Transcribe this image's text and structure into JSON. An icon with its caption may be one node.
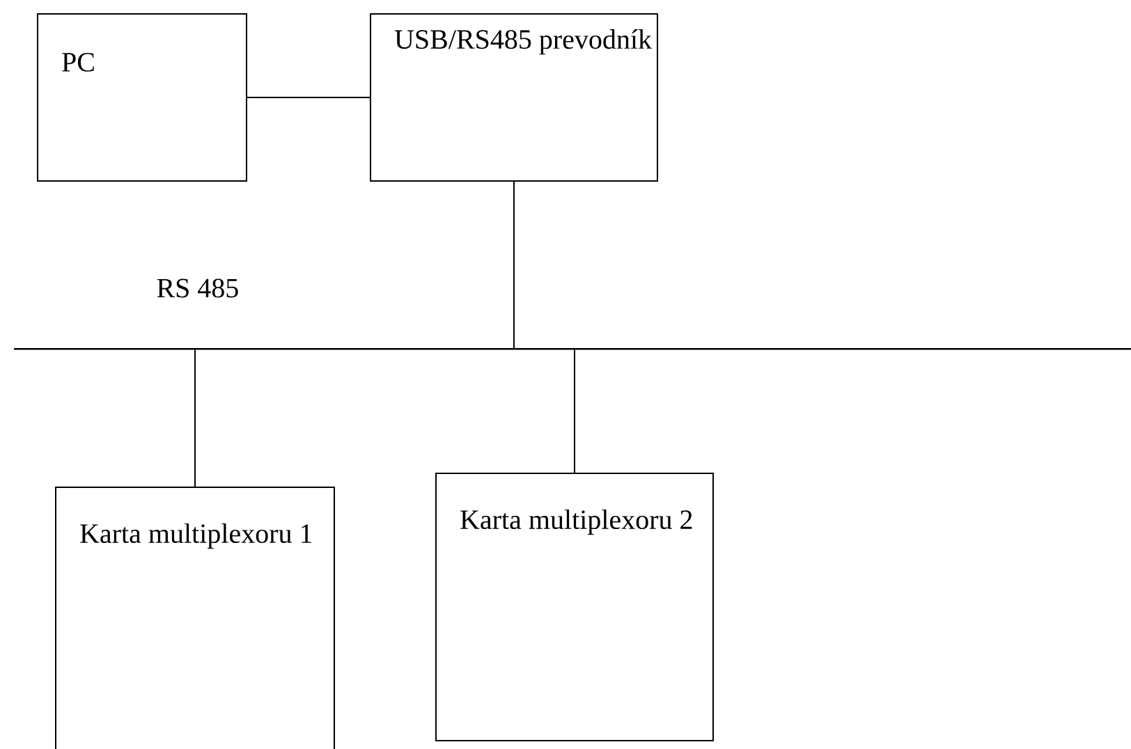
{
  "diagram": {
    "nodes": [
      {
        "text": [
          "PC"
        ]
      },
      {
        "text": [
          "USB/RS485 prevodník"
        ]
      },
      {
        "text": [],
        "shape": "bar"
      },
      {
        "text": [
          "Karta multiplexoru 1"
        ]
      },
      {
        "text": [
          "Karta multiplexoru 2"
        ]
      }
    ],
    "edges": [
      {
        "from": 0,
        "to": 1,
        "arrow": "none"
      },
      {
        "from": 1,
        "to": 2,
        "arrow": "none"
      },
      {
        "from": 2,
        "to": 3,
        "arrow": "none"
      },
      {
        "from": 2,
        "to": 4,
        "arrow": "none"
      }
    ],
    "labels": [
      "RS 485"
    ]
  }
}
